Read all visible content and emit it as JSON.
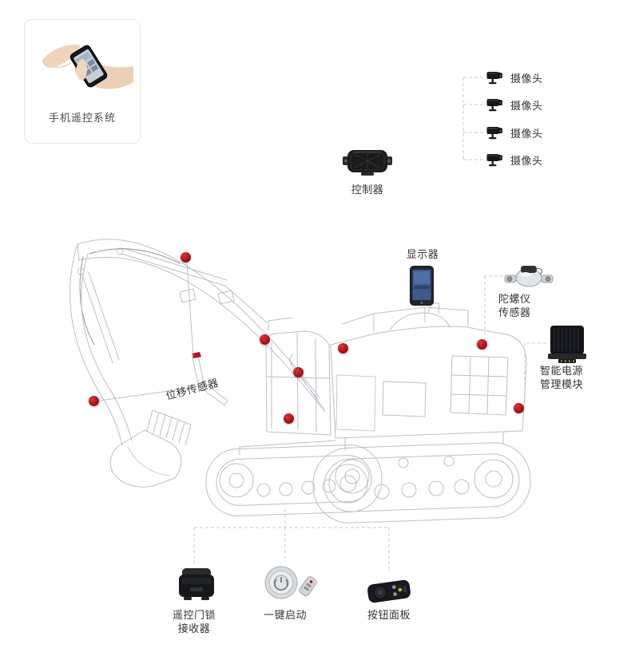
{
  "colors": {
    "accent": "#b5121b",
    "wireframe": "#b9bfc5",
    "dashed_line": "#c8c8c8",
    "text": "#333333"
  },
  "remote_system": {
    "label": "手机遥控系统"
  },
  "cameras": {
    "items": [
      {
        "label": "摄像头"
      },
      {
        "label": "摄像头"
      },
      {
        "label": "摄像头"
      },
      {
        "label": "摄像头"
      }
    ]
  },
  "controller": {
    "label": "控制器"
  },
  "display": {
    "label": "显示器"
  },
  "gyroscope": {
    "label_line1": "陀螺仪",
    "label_line2": "传感器"
  },
  "power_module": {
    "label_line1": "智能电源",
    "label_line2": "管理模块"
  },
  "displacement_sensor": {
    "label": "位移传感器"
  },
  "door_lock_receiver": {
    "label_line1": "遥控门锁",
    "label_line2": "接收器"
  },
  "one_key_start": {
    "label": "一键启动"
  },
  "button_panel": {
    "label": "按钮面板"
  }
}
